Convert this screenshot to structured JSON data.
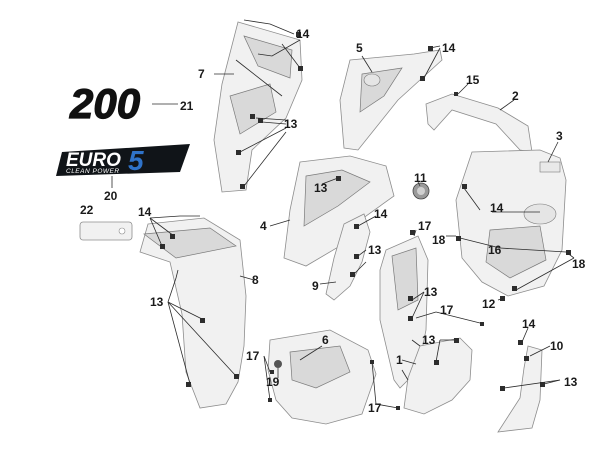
{
  "logos": {
    "model_logo_text": "200",
    "euro_logo": {
      "word": "EURO",
      "digit": "5",
      "tagline": "CLEAN POWER",
      "accent_color": "#2f73c9",
      "badge_color": "#101418"
    }
  },
  "colors": {
    "part_fill": "#f1f1f1",
    "part_stroke": "#8d8d8d",
    "label": "#1a1a1a"
  },
  "callouts": {
    "c1": "1",
    "c2": "2",
    "c3": "3",
    "c4": "4",
    "c5": "5",
    "c6": "6",
    "c7": "7",
    "c8": "8",
    "c9": "9",
    "c10": "10",
    "c11": "11",
    "c12": "12",
    "c15": "15",
    "c16": "16",
    "c19": "19",
    "c20": "20",
    "c21": "21",
    "c22": "22",
    "c13_a": "13",
    "c13_b": "13",
    "c13_c": "13",
    "c13_d": "13",
    "c13_e": "13",
    "c13_f": "13",
    "c13_g": "13",
    "c14_a": "14",
    "c14_b": "14",
    "c14_c": "14",
    "c14_d": "14",
    "c14_e": "14",
    "c14_f": "14",
    "c17_a": "17",
    "c17_b": "17",
    "c17_c": "17",
    "c17_d": "17",
    "c18_a": "18",
    "c18_b": "18"
  }
}
